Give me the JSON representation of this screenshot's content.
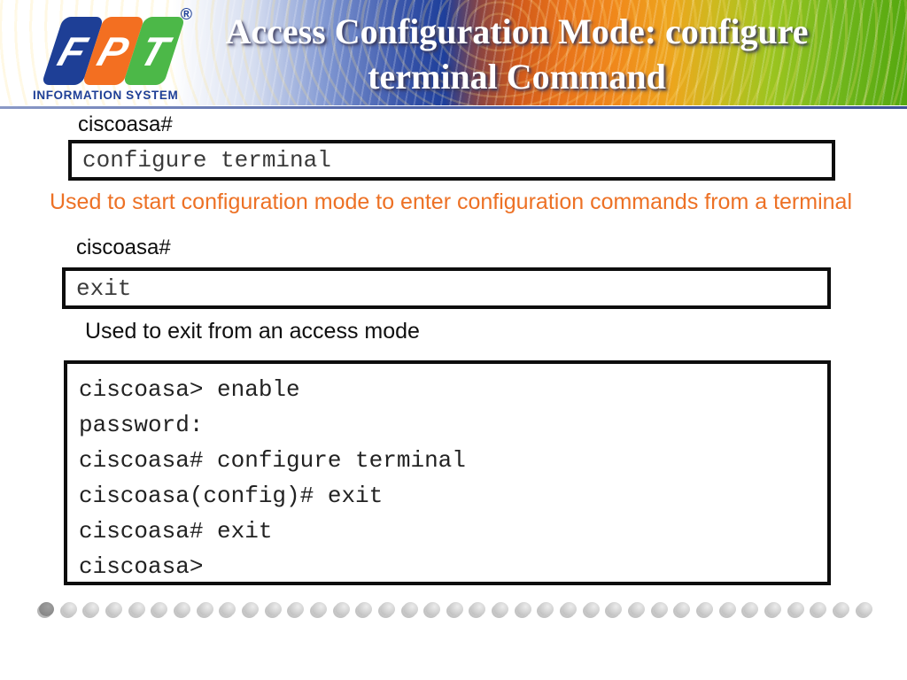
{
  "header": {
    "title_line1": "Access Configuration Mode: configure",
    "title_line2": "terminal Command",
    "logo": {
      "letters": [
        "F",
        "P",
        "T"
      ],
      "registered_mark": "®",
      "subtitle": "INFORMATION SYSTEM",
      "colors": {
        "blue": "#1E3F96",
        "orange": "#F36F21",
        "green": "#4CB848"
      }
    },
    "divider_color": "#4D62A7",
    "gradient_colors": [
      "#FFFFFF",
      "#1E3F9B",
      "#E8731A",
      "#CCBA1E",
      "#55A80F"
    ]
  },
  "content": {
    "prompt1": "ciscoasa#",
    "command1": "configure terminal",
    "caption1": "Used to start configuration mode to enter configuration commands from a terminal",
    "caption1_color": "#ED7125",
    "prompt2": "ciscoasa#",
    "command2": "exit",
    "caption2": "Used to exit from an access mode",
    "terminal_lines": [
      "ciscoasa> enable",
      "password:",
      "ciscoasa# configure terminal",
      "ciscoasa(config)# exit",
      "ciscoasa# exit",
      "ciscoasa>"
    ]
  },
  "footer": {
    "dot_count": 37,
    "dot_active_index": 0,
    "dot_color": "#C9C9C9",
    "dot_active_color": "#8B8B8B"
  }
}
